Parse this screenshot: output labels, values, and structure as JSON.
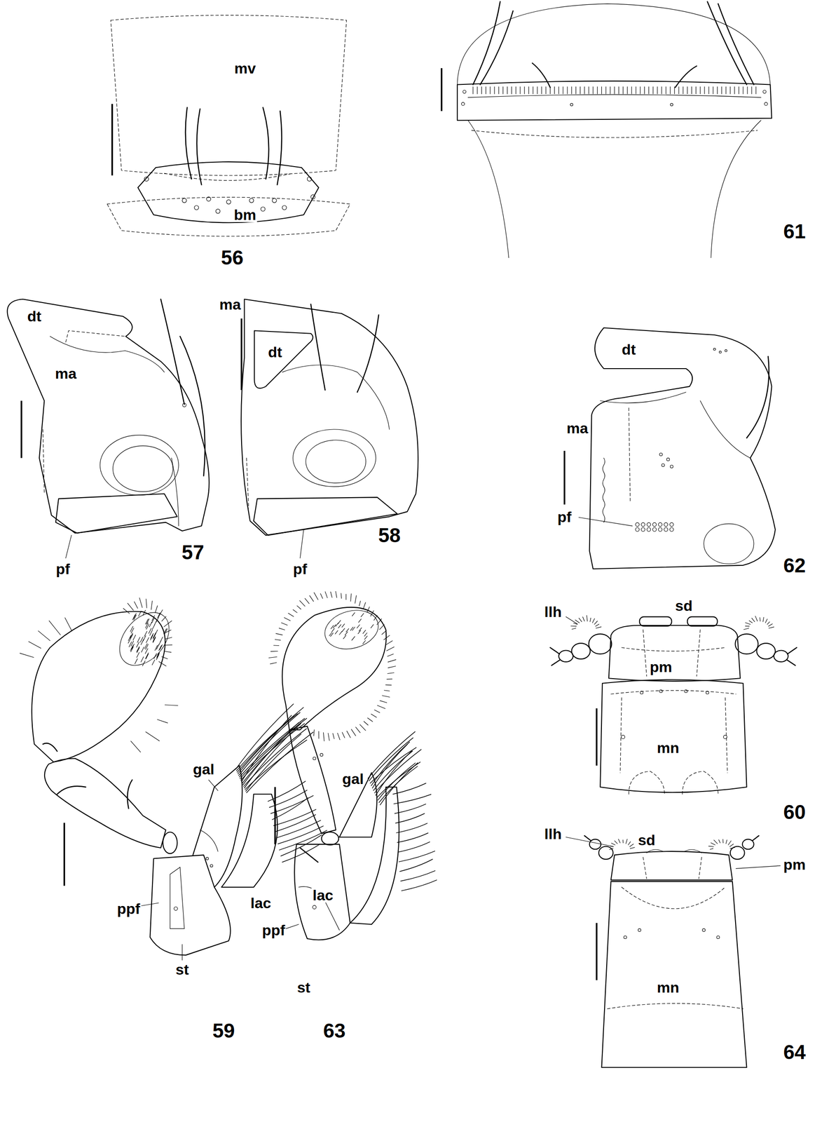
{
  "diagram": {
    "labels": [
      "mv",
      "bm",
      "56",
      "61",
      "dt",
      "ma",
      "pf",
      "57",
      "ma",
      "dt",
      "pf",
      "58",
      "dt",
      "ma",
      "pf",
      "62",
      "sd",
      "llh",
      "pm",
      "mn",
      "60",
      "gal",
      "lac",
      "ppf",
      "st",
      "59",
      "gal",
      "lac",
      "ppf",
      "st",
      "63",
      "llh",
      "sd",
      "pm",
      "mn",
      "64"
    ]
  }
}
